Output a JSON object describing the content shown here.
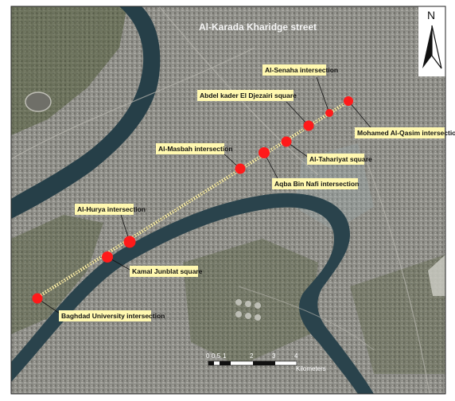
{
  "map": {
    "title": "Al-Karada Kharidge street",
    "north_label": "N",
    "colors": {
      "marker": "#ff1a1a",
      "label_box": "#fff8b0",
      "river": "#26404a",
      "urban": "#8c8c86",
      "vegetation": "#56613f"
    },
    "locations": [
      {
        "name": "Al-Senaha intersection"
      },
      {
        "name": "Abdel kader El Djezairi square"
      },
      {
        "name": "Mohamed Al-Qasim intersection"
      },
      {
        "name": "Al-Masbah intersection"
      },
      {
        "name": "Al-Tahariyat square"
      },
      {
        "name": "Aqba Bin Nafi intersection"
      },
      {
        "name": "Al-Hurya intersection"
      },
      {
        "name": "Kamal Junblat  square"
      },
      {
        "name": "Baghdad University intersection"
      }
    ],
    "scale_bar": {
      "ticks": [
        "0",
        "0.5",
        "1",
        "2",
        "3",
        "4"
      ],
      "unit": "Kilometers"
    }
  }
}
